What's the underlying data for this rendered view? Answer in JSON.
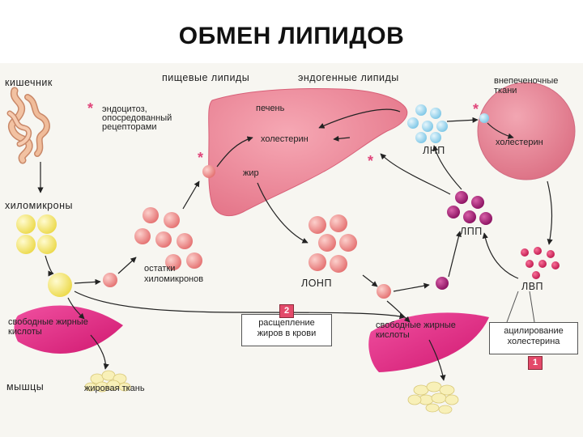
{
  "title": "ОБМЕН ЛИПИДОВ",
  "labels": {
    "intestine": "кишечник",
    "endocytosis_1": "эндоцитоз,",
    "endocytosis_2": "опосредованный",
    "endocytosis_3": "рецепторами",
    "dietary": "пищевые липиды",
    "endogenous": "эндогенные липиды",
    "liver": "печень",
    "cholesterol_liver": "холестерин",
    "fat": "жир",
    "extrahepatic_1": "внепеченочные",
    "extrahepatic_2": "ткани",
    "cholesterol_tissue": "холестерин",
    "ldl": "ЛНП",
    "idl": "ЛПП",
    "vldl": "ЛОНП",
    "hdl": "ЛВП",
    "chylomicrons": "хиломикроны",
    "remnants_1": "остатки",
    "remnants_2": "хиломикронов",
    "ffa_left_1": "свободные жирные",
    "ffa_left_2": "кислоты",
    "ffa_right_1": "свободные жирные",
    "ffa_right_2": "кислоты",
    "muscles": "мышцы",
    "adipose": "жировая ткань",
    "breakdown_1": "расщепление",
    "breakdown_2": "жиров в крови",
    "acylation_1": "ацилирование",
    "acylation_2": "холестерина",
    "num_2": "2",
    "num_1": "1",
    "star": "*"
  },
  "colors": {
    "liver": "#f08a9a",
    "tissue": "#e88a9a",
    "muscle": "#e8247a",
    "chylo": "#f3e86a",
    "remnant": "#f08a8a",
    "ldl": "#a8dcf0",
    "idl": "#a8207a",
    "hdl": "#d8306a",
    "fat_cells": "#f8f0b0",
    "badge": "#e34a6a"
  }
}
